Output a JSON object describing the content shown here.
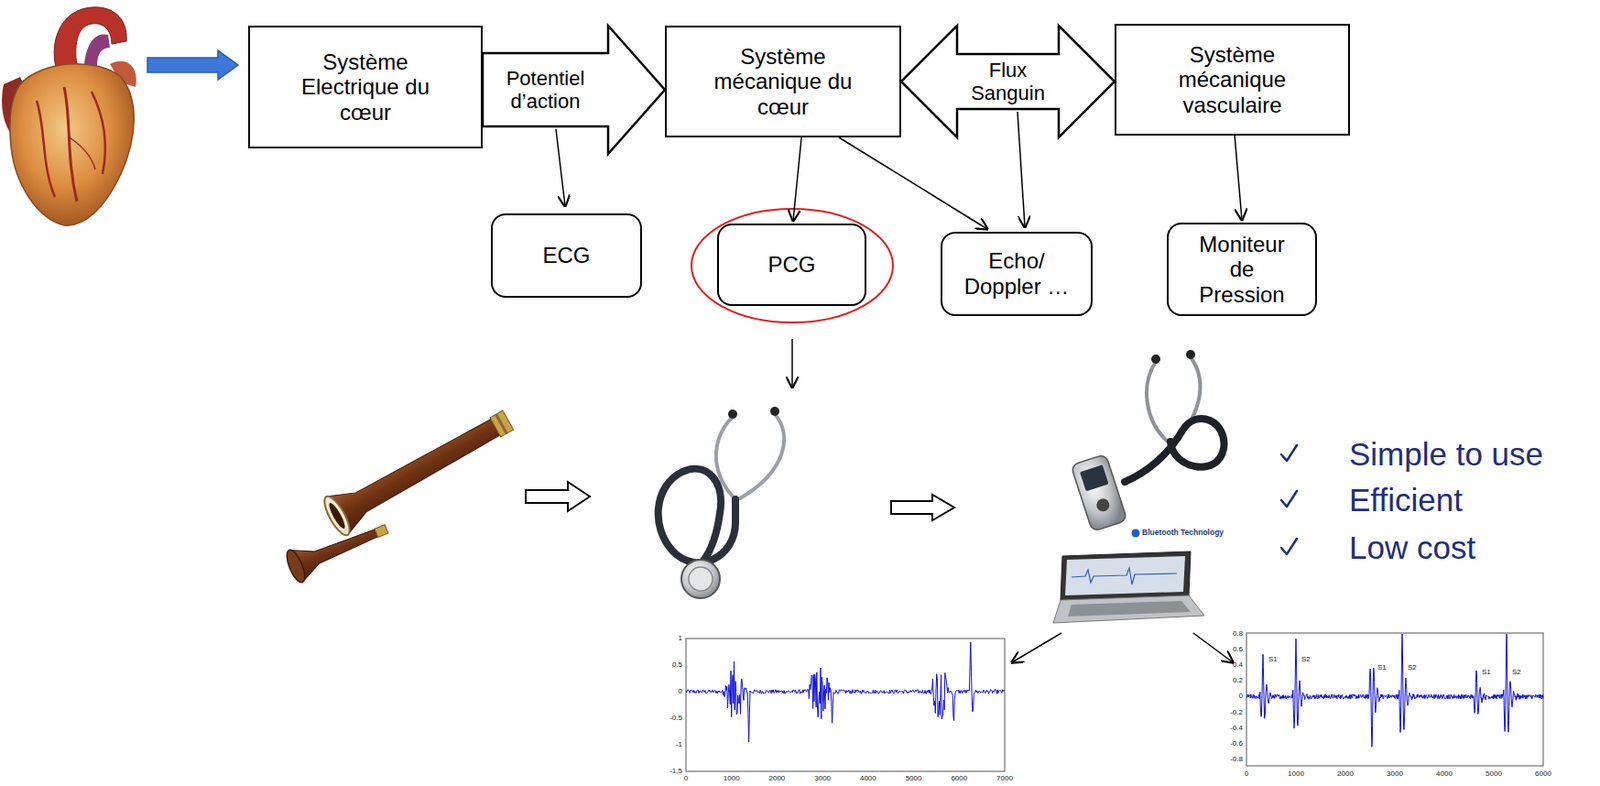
{
  "diagram": {
    "nodes": [
      {
        "text": [
          "Système Electrique du cœur"
        ]
      },
      {
        "text": [
          "Système mécanique du cœur"
        ]
      },
      {
        "text": [
          "Système mécanique vasculaire"
        ]
      },
      {
        "text": [
          "ECG"
        ]
      },
      {
        "text": [
          "PCG"
        ]
      },
      {
        "text": [
          "Echo/ Doppler …"
        ]
      },
      {
        "text": [
          "Moniteur de Pression"
        ]
      }
    ],
    "edges": [
      {
        "from": 0,
        "to": 1,
        "arrow": "to",
        "label": "Potentiel d’action"
      },
      {
        "from": 1,
        "to": 2,
        "arrow": "both",
        "label": "Flux Sanguin"
      },
      {
        "from": 1,
        "to": 4,
        "arrow": "to"
      },
      {
        "from": 1,
        "to": 5,
        "arrow": "to"
      },
      {
        "from": 2,
        "to": 6,
        "arrow": "to"
      }
    ],
    "labels": [
      "Bluetooth Technology",
      "Simple to use",
      "Efficient",
      "Low cost",
      "S1",
      "S2",
      "S1",
      "S2",
      "S1",
      "S2",
      "1",
      "0.5",
      "0",
      "-0.5",
      "-1",
      "-1.5",
      "0",
      "1000",
      "2000",
      "3000",
      "4000",
      "5000",
      "6000",
      "7000",
      "0.8",
      "0.6",
      "0.4",
      "0.2",
      "0",
      "-0.2",
      "-0.4",
      "-0.6",
      "-0.8",
      "0",
      "1000",
      "2000",
      "3000",
      "4000",
      "5000",
      "6000"
    ]
  }
}
